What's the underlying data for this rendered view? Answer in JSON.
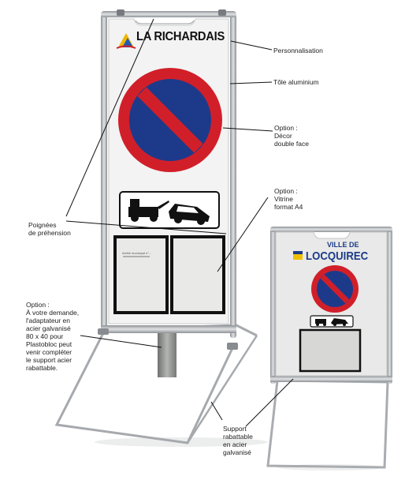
{
  "main_sign": {
    "title": "LA RICHARDAIS",
    "a4_sheet_text": "Arrêté municipal n°..."
  },
  "small_sign": {
    "line1": "VILLE DE",
    "line2": "LOCQUIREC"
  },
  "labels": {
    "personnalisation": "Personnalisation",
    "tole": "Tôle aluminium",
    "decor": [
      "Option :",
      "Décor",
      "double face"
    ],
    "vitrine": [
      "Option :",
      "Vitrine",
      "format A4"
    ],
    "poignees": [
      "Poignées",
      "de préhension"
    ],
    "adaptateur": [
      "Option :",
      "À votre demande,",
      "l'adaptateur en",
      "acier galvanisé",
      "80 x 40 pour",
      "Plastobloc peut",
      "venir compléter",
      "le support acier",
      "rabattable."
    ],
    "support": [
      "Support",
      "rabattable",
      "en acier",
      "galvanisé"
    ]
  },
  "colors": {
    "frame": "#b9bcc0",
    "frame_dark": "#7f8388",
    "panel": "#f2f3f2",
    "sign_red": "#d11f2a",
    "sign_blue": "#1d3a8a",
    "vitrine_border": "#111111",
    "vitrine_fill": "#e9eae8",
    "base_block": "#9a9c99"
  },
  "icons": [
    "tow-truck-icon",
    "car-icon",
    "logo-icon",
    "city-crest-icon"
  ]
}
